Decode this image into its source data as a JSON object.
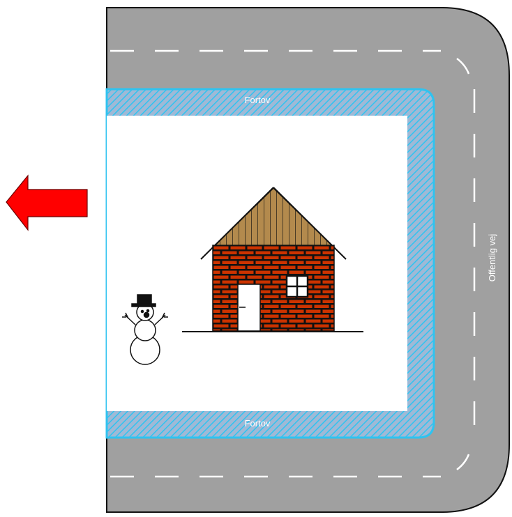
{
  "labels": {
    "sidewalk_top": "Fortov",
    "sidewalk_bottom": "Fortov",
    "public_road": "Offentlig vej"
  },
  "colors": {
    "road": "#a0a0a0",
    "road_outline": "#111111",
    "road_marking": "#ffffff",
    "sidewalk_base": "#9fb9d6",
    "sidewalk_hatch": "#2fc3f0",
    "brick": "#cc3300",
    "mortar": "#111111",
    "roof": "#b38a4d",
    "arrow": "#ff0000",
    "lot": "#ffffff"
  },
  "icons": {
    "direction_arrow": "arrow-left-icon",
    "house": "house-icon",
    "snowman": "snowman-icon"
  }
}
